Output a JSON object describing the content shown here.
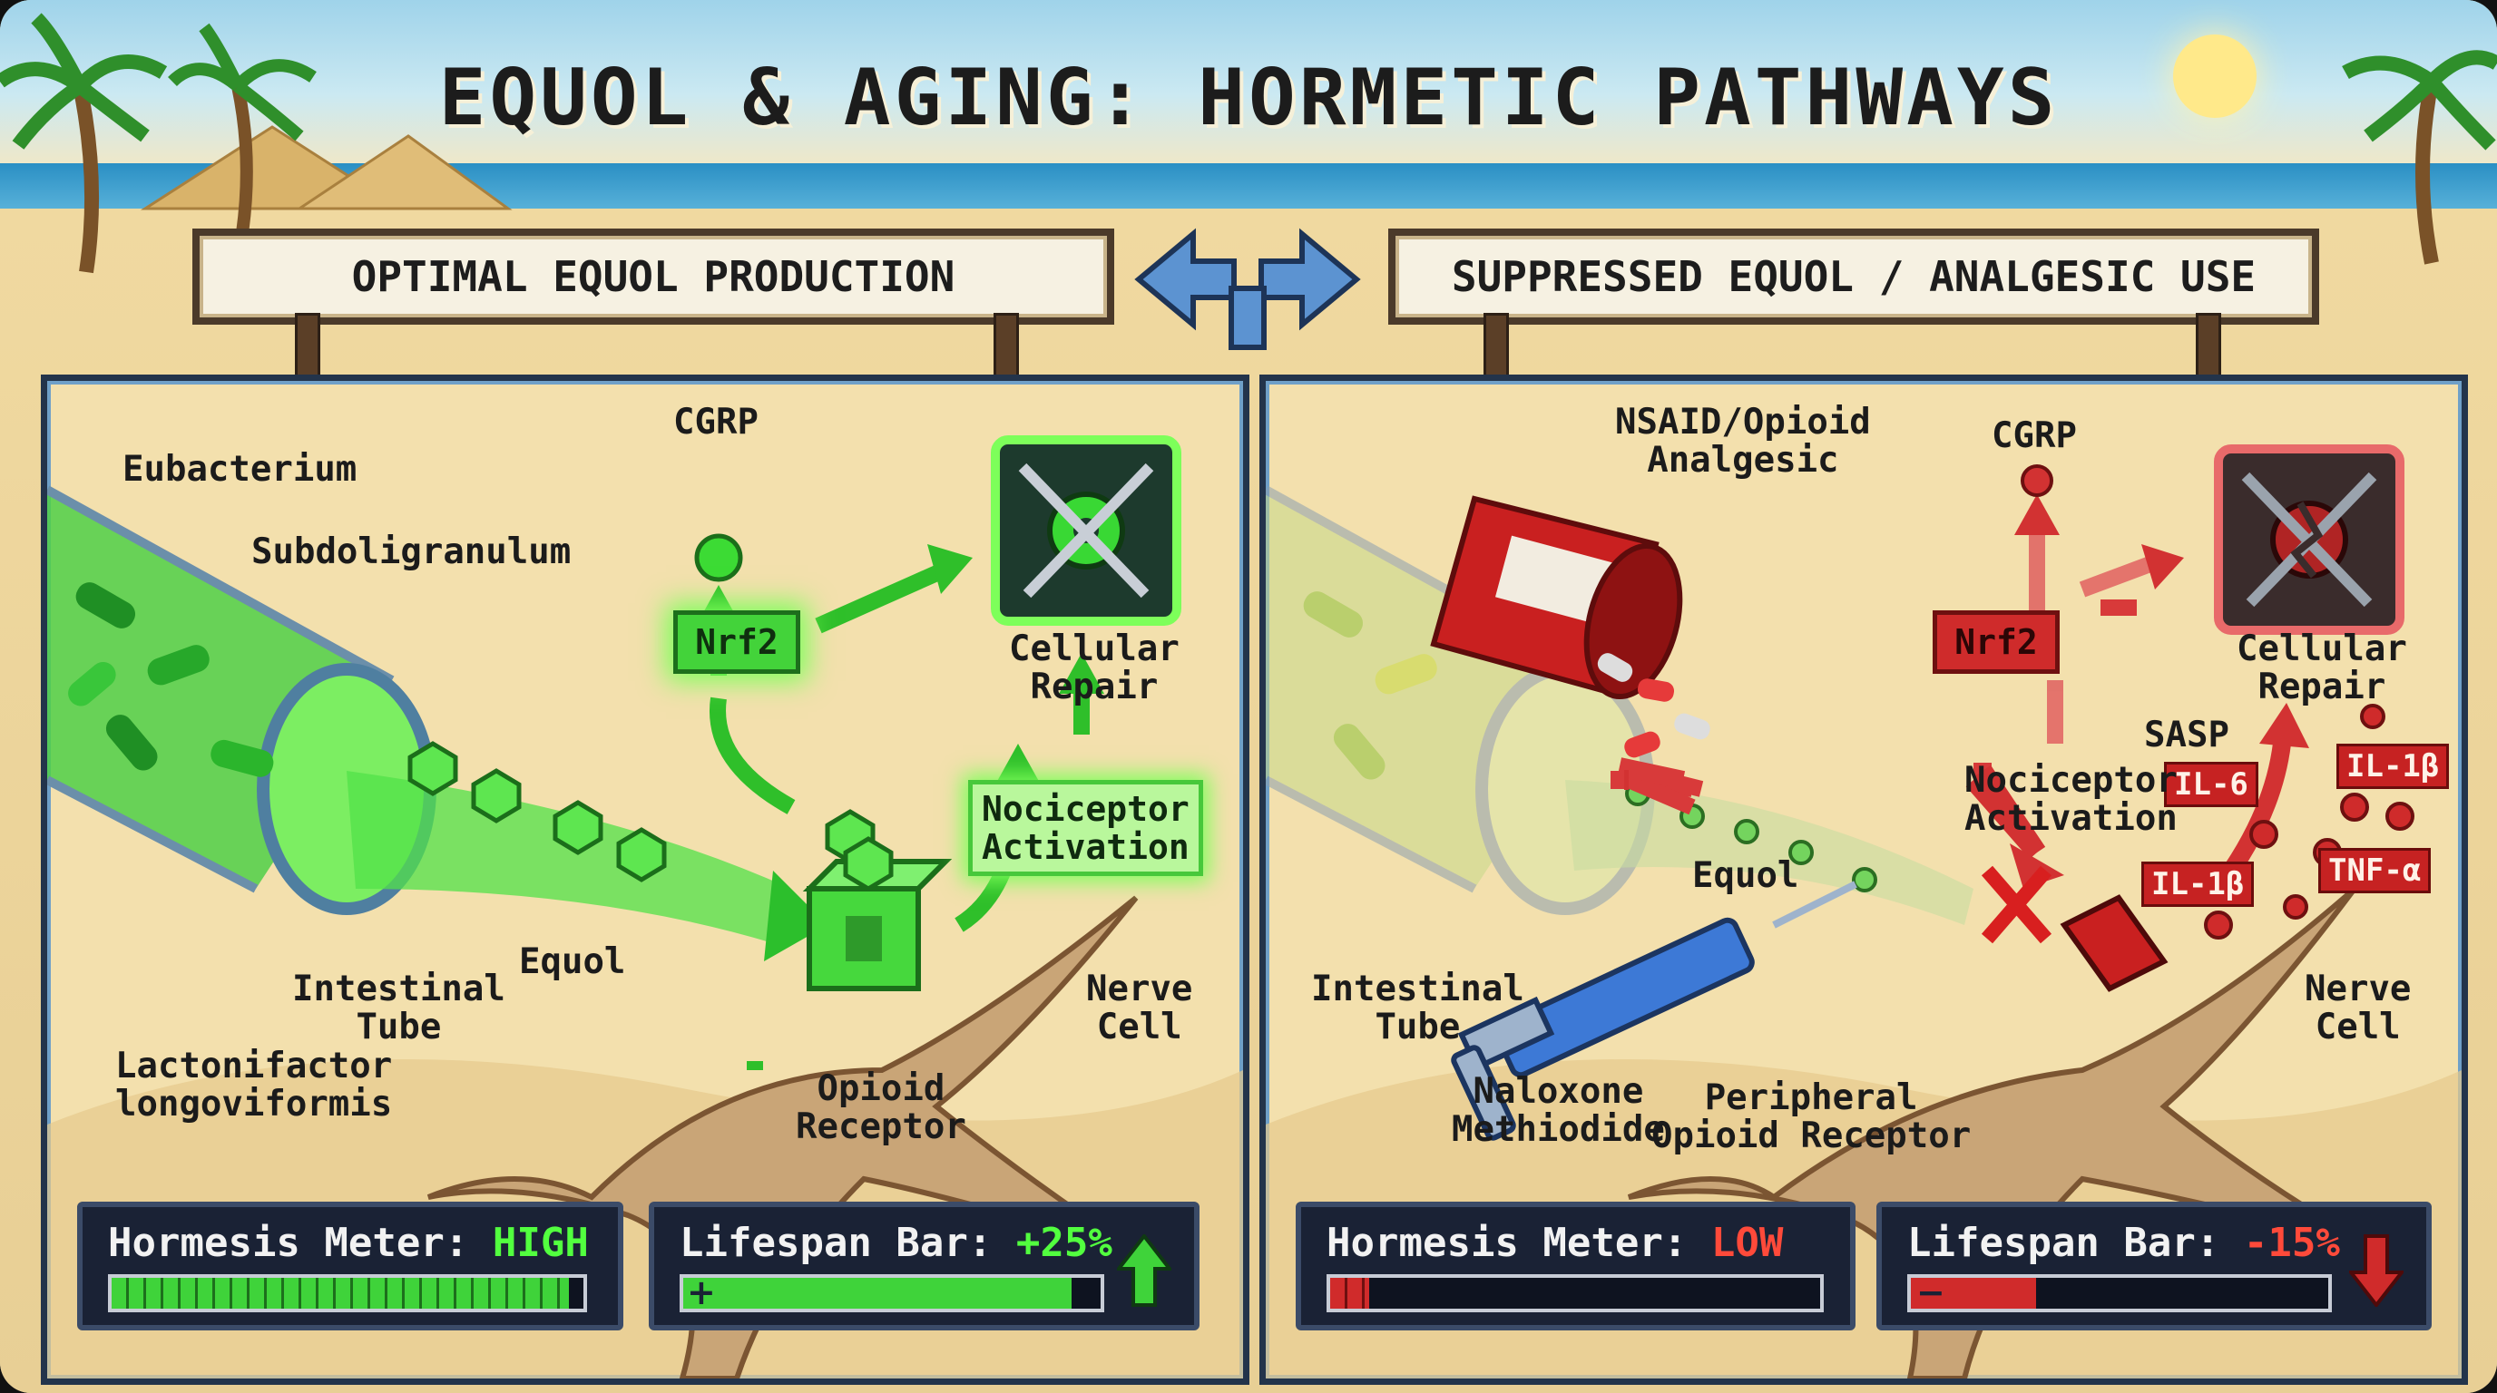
{
  "title": "EQUOL & AGING: HORMETIC PATHWAYS",
  "colors": {
    "good": "#3fd33a",
    "bad": "#d02b2b",
    "frame": "#23344b"
  },
  "left_panel": {
    "header": "OPTIMAL EQUOL PRODUCTION",
    "labels": {
      "eubacterium": "Eubacterium",
      "subdoligranulum": "Subdoligranulum",
      "intestinal_tube": [
        "Intestinal",
        "Tube"
      ],
      "lactonifactor": [
        "Lactonifactor",
        "longoviformis"
      ],
      "equol": "Equol",
      "cgrp": "CGRP",
      "nrf2": "Nrf2",
      "cellular_repair": [
        "Cellular",
        "Repair"
      ],
      "nociceptor": [
        "Nociceptor",
        "Activation"
      ],
      "nerve_cell": [
        "Nerve",
        "Cell"
      ],
      "opioid_receptor": [
        "Opioid",
        "Receptor"
      ]
    },
    "hormesis": {
      "label": "Hormesis Meter:",
      "value": "HIGH",
      "level": 0.97
    },
    "lifespan": {
      "label": "Lifespan Bar:",
      "value": "+25%",
      "level": 0.93,
      "sign": "+",
      "arrow": "up-arrow-icon"
    }
  },
  "right_panel": {
    "header": "SUPPRESSED EQUOL / ANALGESIC USE",
    "labels": {
      "nsaid": [
        "NSAID/Opioid",
        "Analgesic"
      ],
      "cgrp": "CGRP",
      "nrf2": "Nrf2",
      "cellular_repair": [
        "Cellular",
        "Repair"
      ],
      "sasp": "SASP",
      "il6": "IL-6",
      "il1b_a": "IL-1β",
      "il1b_b": "IL-1β",
      "tnfa": "TNF-α",
      "nociceptor": [
        "Nociceptor",
        "Activation"
      ],
      "equol": "Equol",
      "intestinal_tube": [
        "Intestinal",
        "Tube"
      ],
      "naloxone": [
        "Naloxone",
        "Methiodide"
      ],
      "peripheral": [
        "Peripheral",
        "Opioid Receptor"
      ],
      "nerve_cell": [
        "Nerve",
        "Cell"
      ]
    },
    "hormesis": {
      "label": "Hormesis Meter:",
      "value": "LOW",
      "level": 0.08
    },
    "lifespan": {
      "label": "Lifespan Bar:",
      "value": "-15%",
      "level": 0.3,
      "sign": "−",
      "arrow": "down-arrow-icon"
    }
  },
  "icons": [
    "palm-tree-icon",
    "sun-icon",
    "double-arrow-icon",
    "wrench-gear-icon",
    "broken-gear-icon",
    "pill-bottle-icon",
    "syringe-icon",
    "x-mark-icon",
    "receptor-block-icon"
  ]
}
